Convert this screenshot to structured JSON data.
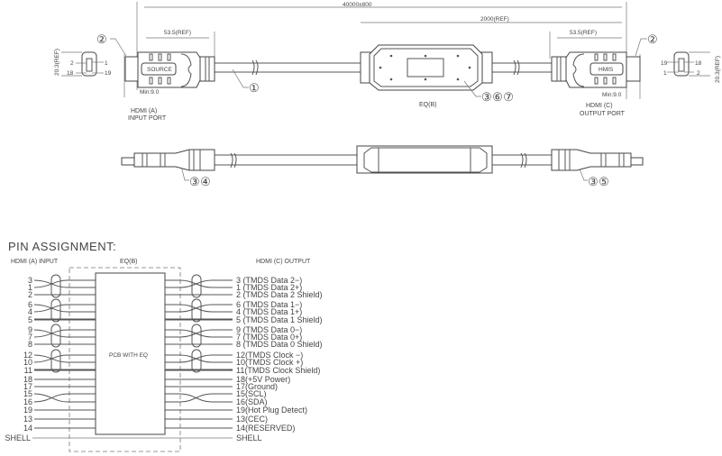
{
  "drawing": {
    "overall_length": "40000±800",
    "eq_length": "2000(REF)",
    "connector_length_left": "53.5(REF)",
    "connector_length_right": "53.5(REF)",
    "min_left": "Min:9.0",
    "min_right": "Min:9.0",
    "height_left": "20.3(REF)",
    "height_right": "20.3(REF)",
    "source_label": "SOURCE",
    "sink_label": "HMIS",
    "left_port": {
      "line1": "HDMI (A)",
      "line2": "INPUT PORT"
    },
    "right_port": {
      "line1": "HDMI (C)",
      "line2": "OUTPUT PORT"
    },
    "eq_label": "EQ(B)",
    "face_pins_left": {
      "tl": "2",
      "tr": "1",
      "bl": "18",
      "br": "19"
    },
    "face_pins_right": {
      "tl": "19",
      "tr": "18",
      "bl": "1",
      "br": "2"
    },
    "callouts": {
      "c2_left": "②",
      "c2_right": "②",
      "c1": "①",
      "c367": "③⑥⑦",
      "c34": "③④",
      "c35": "③⑤"
    }
  },
  "pin_assignment": {
    "title": "PIN ASSIGNMENT:",
    "input_header": "HDMI (A) INPUT",
    "eq_header": "EQ(B)",
    "output_header": "HDMI (C) OUTPUT",
    "pcb_label": "PCB WITH EQ",
    "rows": [
      {
        "pin": "3",
        "out": "3 (TMDS Data 2−)"
      },
      {
        "pin": "1",
        "out": "1 (TMDS Data 2+)"
      },
      {
        "pin": "2",
        "out": "2 (TMDS Data 2 Shield)"
      },
      {
        "pin": "6",
        "out": "6 (TMDS Data 1−)"
      },
      {
        "pin": "4",
        "out": "4 (TMDS Data 1+)"
      },
      {
        "pin": "5",
        "out": "5 (TMDS Data 1 Shield)"
      },
      {
        "pin": "9",
        "out": "9 (TMDS Data 0−)"
      },
      {
        "pin": "7",
        "out": "7 (TMDS Data 0+)"
      },
      {
        "pin": "8",
        "out": "8 (TMDS Data 0 Shield)"
      },
      {
        "pin": "12",
        "out": "12(TMDS Clock −)"
      },
      {
        "pin": "10",
        "out": "10(TMDS Clock +)"
      },
      {
        "pin": "11",
        "out": "11(TMDS Clock Shield)"
      },
      {
        "pin": "18",
        "out": "18(+5V Power)"
      },
      {
        "pin": "17",
        "out": "17(Ground)"
      },
      {
        "pin": "15",
        "out": "15(SCL)"
      },
      {
        "pin": "16",
        "out": "16(SDA)"
      },
      {
        "pin": "19",
        "out": "19(Hot Plug Detect)"
      },
      {
        "pin": "13",
        "out": "13(CEC)"
      },
      {
        "pin": "14",
        "out": "14(RESERVED)"
      },
      {
        "pin": "SHELL",
        "out": "SHELL"
      }
    ]
  }
}
